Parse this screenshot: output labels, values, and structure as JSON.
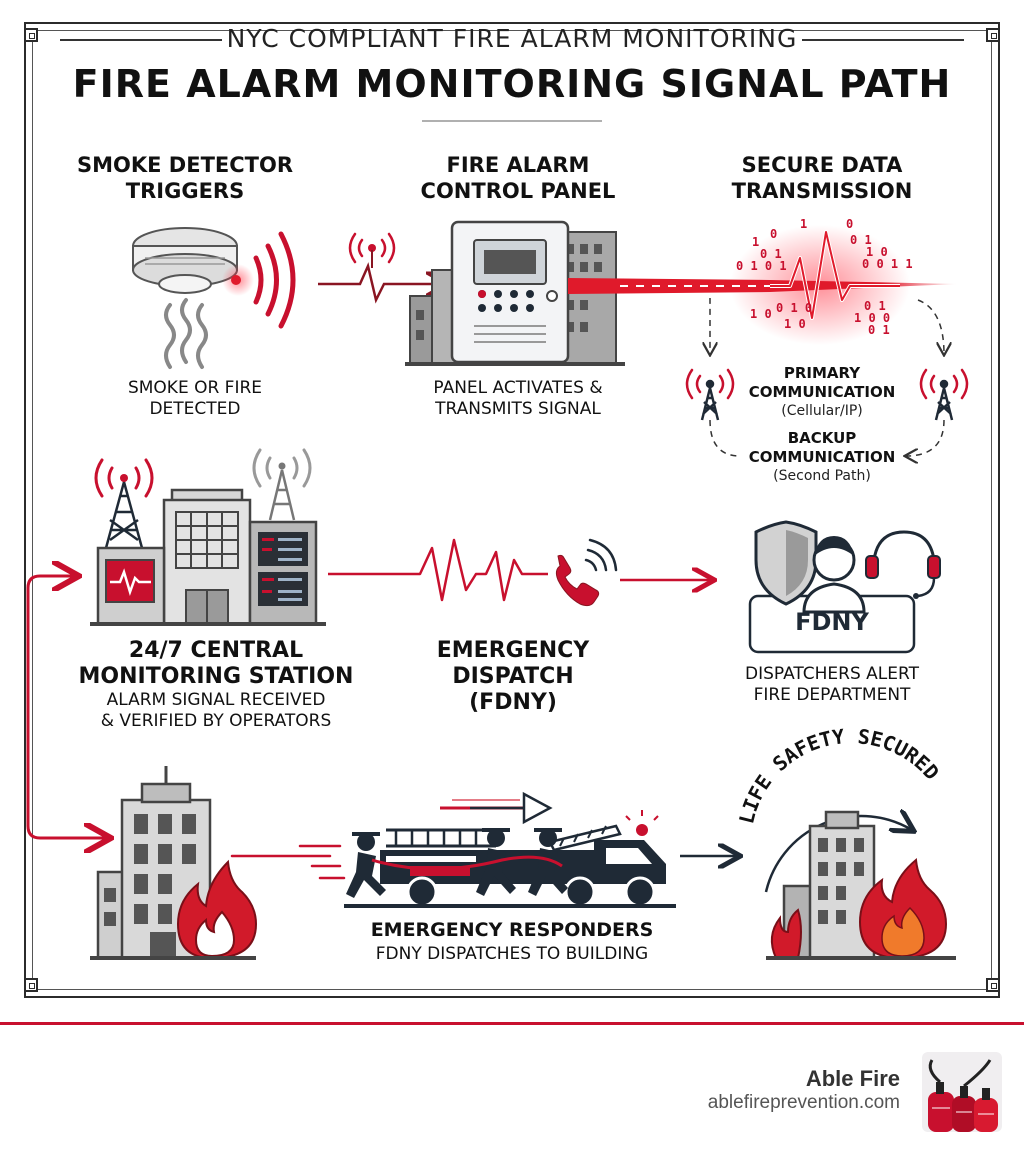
{
  "header": {
    "supertitle": "NYC COMPLIANT FIRE ALARM MONITORING",
    "title": "FIRE ALARM MONITORING SIGNAL PATH"
  },
  "steps": {
    "smoke": {
      "title_l1": "SMOKE DETECTOR",
      "title_l2": "TRIGGERS",
      "caption_l1": "SMOKE OR FIRE",
      "caption_l2": "DETECTED"
    },
    "panel": {
      "title_l1": "FIRE ALARM",
      "title_l2": "CONTROL PANEL",
      "caption_l1": "PANEL ACTIVATES &",
      "caption_l2": "TRANSMITS SIGNAL"
    },
    "transmission": {
      "title_l1": "SECURE DATA",
      "title_l2": "TRANSMISSION",
      "primary_l1": "PRIMARY",
      "primary_l2": "COMMUNICATION",
      "primary_sub": "(Cellular/IP)",
      "backup_l1": "BACKUP",
      "backup_l2": "COMMUNICATION",
      "backup_sub": "(Second Path)"
    },
    "station": {
      "title_l1": "24/7 CENTRAL",
      "title_l2": "MONITORING STATION",
      "caption_l1": "ALARM SIGNAL RECEIVED",
      "caption_l2": "& VERIFIED BY OPERATORS"
    },
    "dispatch": {
      "title_l1": "EMERGENCY",
      "title_l2": "DISPATCH",
      "title_l3": "(FDNY)"
    },
    "fdny": {
      "badge": "FDNY",
      "caption_l1": "DISPATCHERS ALERT",
      "caption_l2": "FIRE DEPARTMENT"
    },
    "responders": {
      "title": "EMERGENCY RESPONDERS",
      "caption": "FDNY DISPATCHES TO BUILDING"
    },
    "secured": {
      "arc_label": "LIFE SAFETY SECURED"
    }
  },
  "footer": {
    "brand_name": "Able Fire",
    "brand_url": "ablefireprevention.com"
  },
  "colors": {
    "accent": "#c8102e",
    "dark": "#1f2a36",
    "gray": "#9a9a9a"
  }
}
